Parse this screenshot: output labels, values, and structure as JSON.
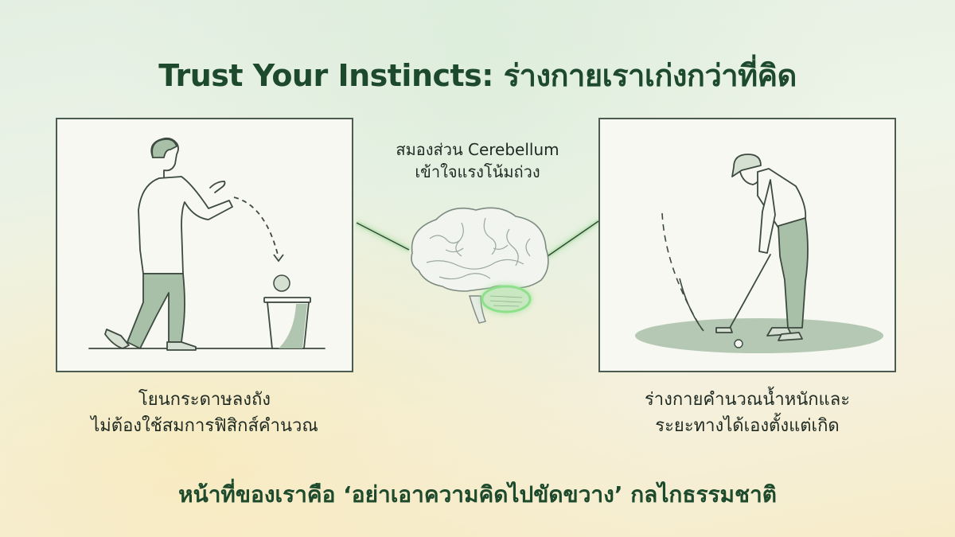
{
  "title": "Trust Your Instincts: ร่างกายเราเก่งกว่าที่คิด",
  "center": {
    "label_line1": "สมองส่วน Cerebellum",
    "label_line2": "เข้าใจแรงโน้มถ่วง",
    "icon": "brain-cerebellum-highlight"
  },
  "left_panel": {
    "illustration": "person-throwing-paper-into-trash-bin",
    "caption_line1": "โยนกระดาษลงถัง",
    "caption_line2": "ไม่ต้องใช้สมการฟิสิกส์คำนวณ"
  },
  "right_panel": {
    "illustration": "golfer-putting-ball",
    "caption_line1": "ร่างกายคำนวณน้ำหนักและ",
    "caption_line2": "ระยะทางได้เองตั้งแต่เกิด"
  },
  "bottom_message": "หน้าที่ของเราคือ ‘อย่าเอาความคิดไปขัดขวาง’ กลไกธรรมชาติ",
  "colors": {
    "title_green": "#1d4a2c",
    "panel_border": "#4c5c50",
    "figure_fill": "#a9c0a8",
    "glow_green": "#7fd07a"
  }
}
